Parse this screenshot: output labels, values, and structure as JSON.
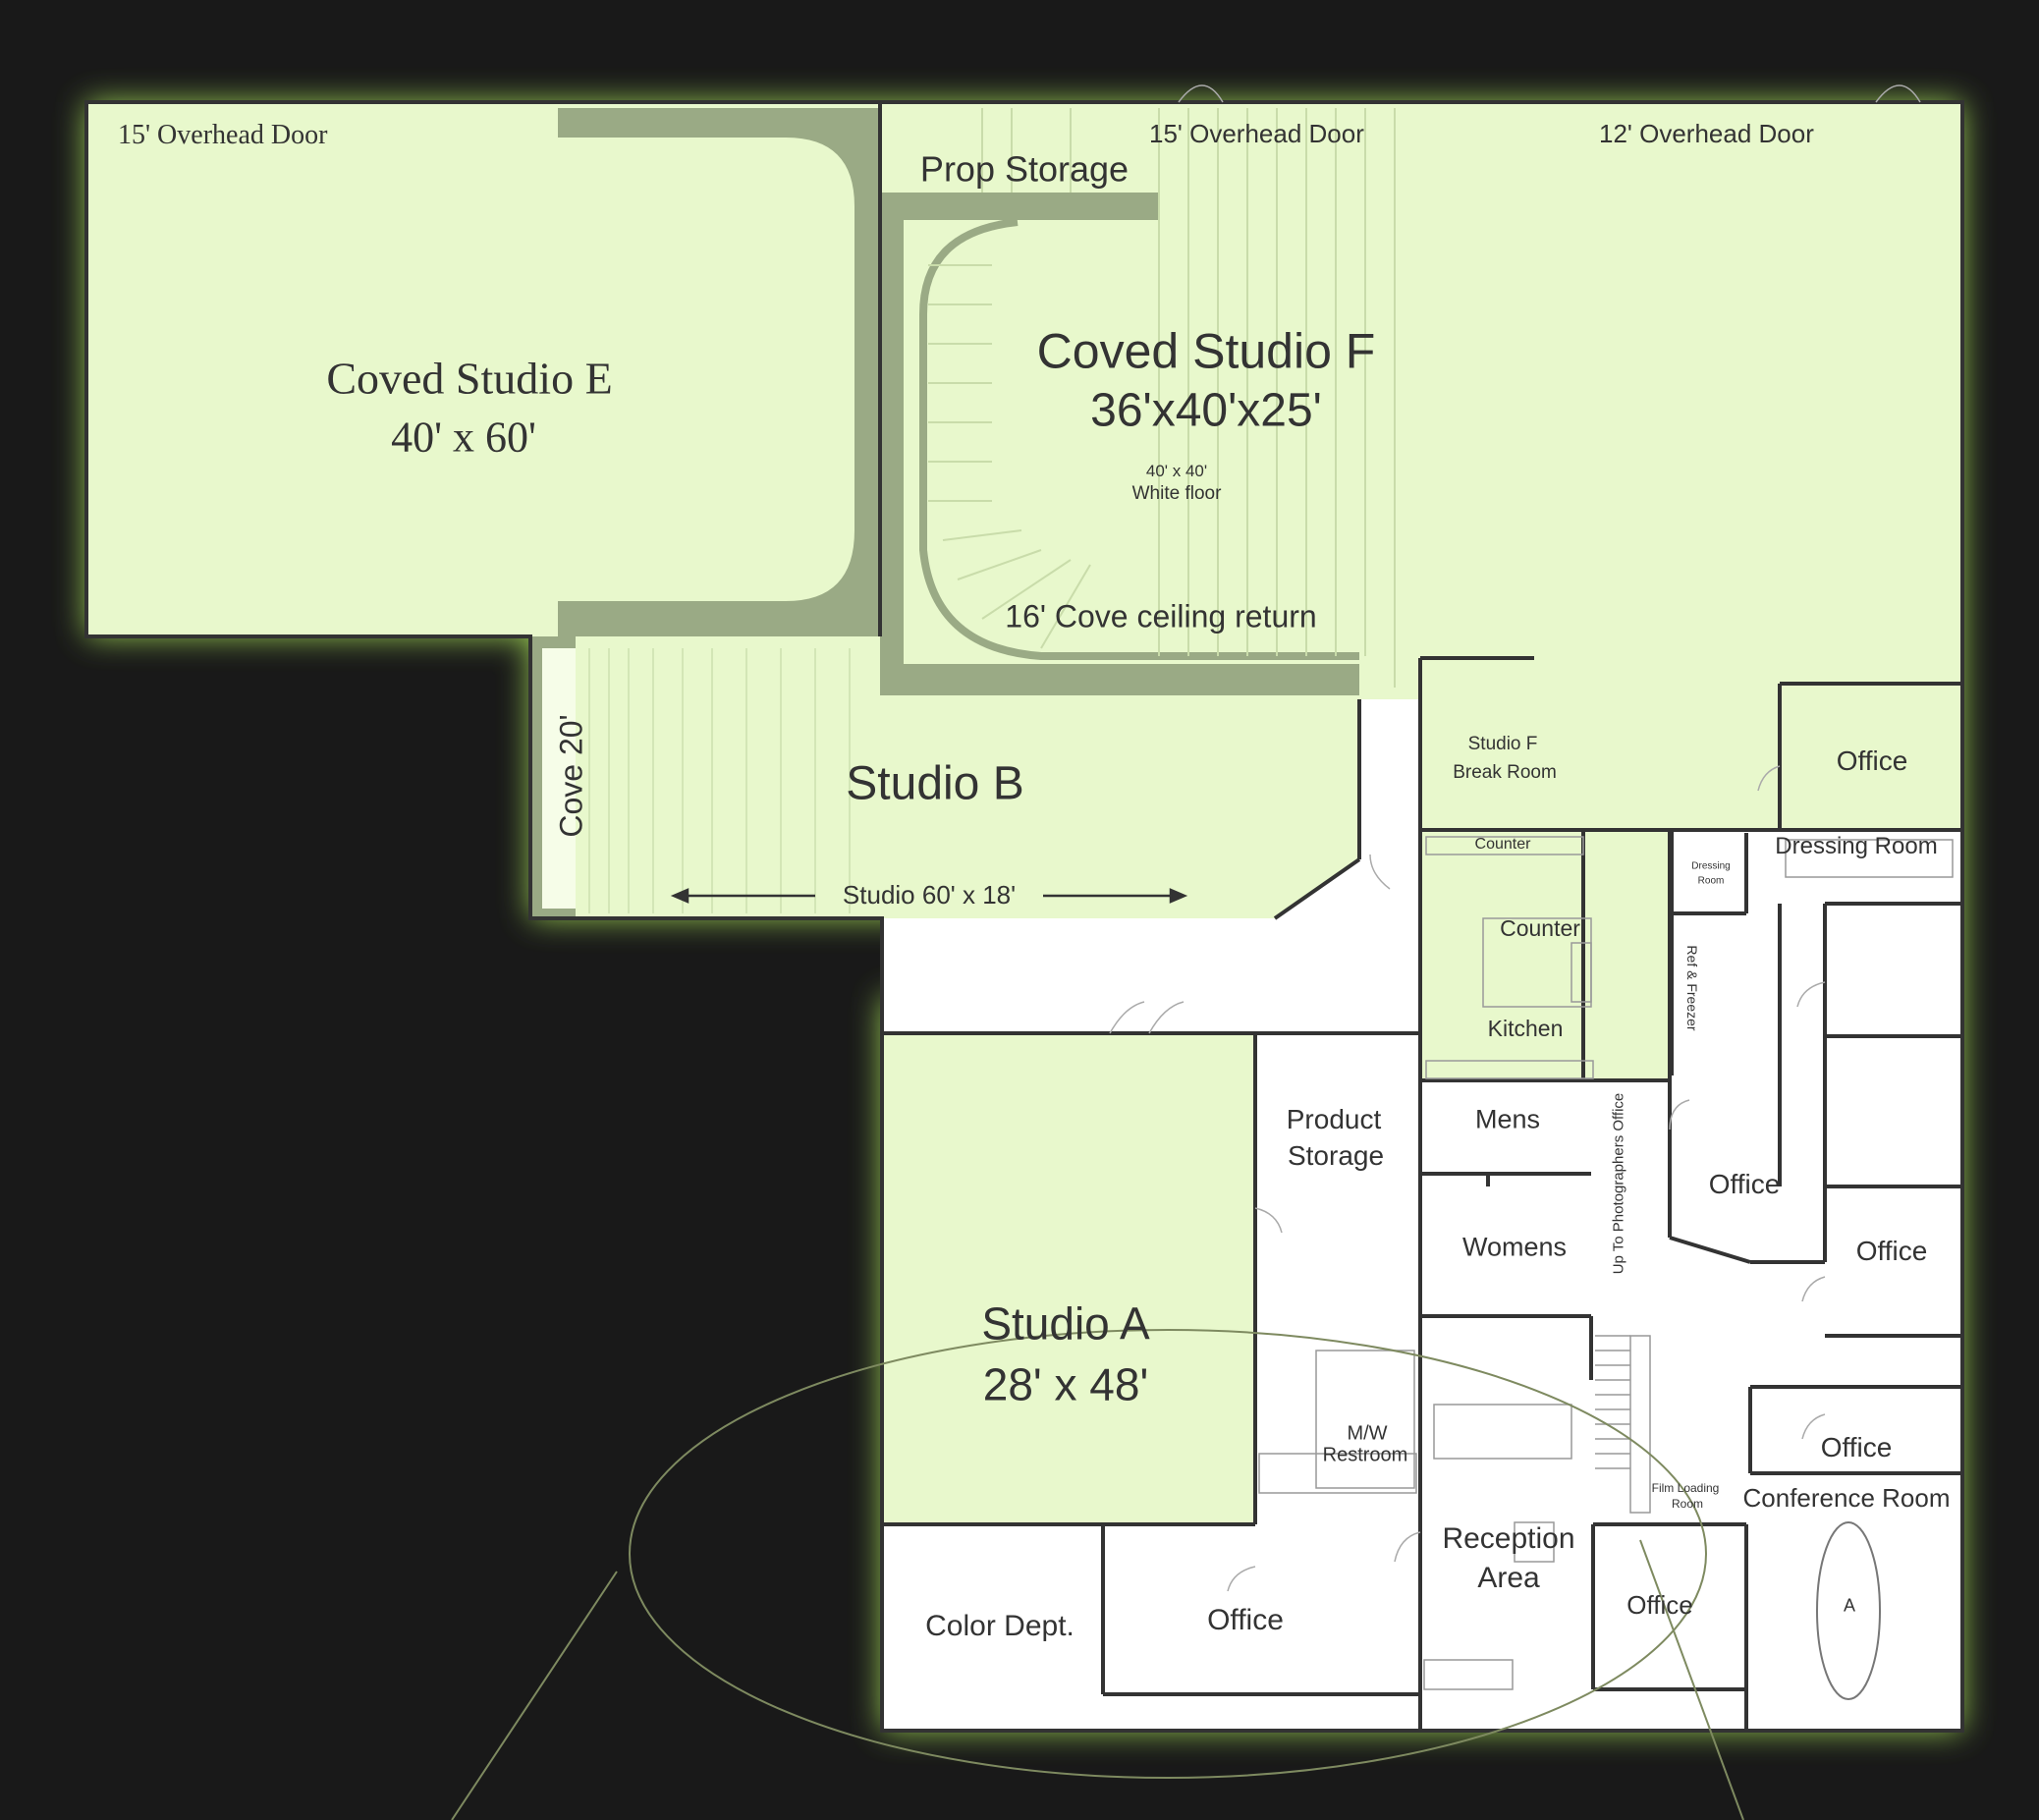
{
  "colors": {
    "background": "#191919",
    "studio_fill": "#e8f8cc",
    "office_fill": "#ffffff",
    "glow": "#b4f05a",
    "cove_wall": "#9aaa85",
    "wall": "#333333"
  },
  "doors": {
    "overhead_e": "15' Overhead Door",
    "overhead_f": "15' Overhead Door",
    "overhead_12": "12' Overhead Door"
  },
  "studio_e": {
    "name": "Coved Studio E",
    "size": "40' x 60'"
  },
  "studio_f": {
    "name": "Coved Studio F",
    "size": "36'x40'x25'",
    "floor_size": "40' x 40'",
    "floor_desc": "White floor",
    "ceiling_return": "16' Cove ceiling return"
  },
  "prop_storage": "Prop Storage",
  "studio_b": {
    "name": "Studio B",
    "cove": "Cove 20'",
    "dims": "Studio 60' x 18'"
  },
  "studio_a": {
    "name": "Studio A",
    "size": "28' x 48'"
  },
  "rooms": {
    "break_room_1": "Studio F",
    "break_room_2": "Break Room",
    "office_top_right": "Office",
    "counter_small": "Counter",
    "dressing_room_small_1": "Dressing",
    "dressing_room_small_2": "Room",
    "dressing_room": "Dressing Room",
    "counter": "Counter",
    "kitchen": "Kitchen",
    "fridge": "Ref & Freezer",
    "product_storage_1": "Product",
    "product_storage_2": "Storage",
    "mens": "Mens",
    "womens": "Womens",
    "up_to_office": "Up To Photographers Office",
    "office_mid": "Office",
    "office_right_1": "Office",
    "office_right_2": "Office",
    "mw_restroom_1": "M/W",
    "mw_restroom_2": "Restroom",
    "film_loading_1": "Film Loading",
    "film_loading_2": "Room",
    "conference_room": "Conference Room",
    "reception_1": "Reception",
    "reception_2": "Area",
    "color_dept": "Color Dept.",
    "office_bottom": "Office",
    "office_small": "Office",
    "table_label": "A"
  }
}
